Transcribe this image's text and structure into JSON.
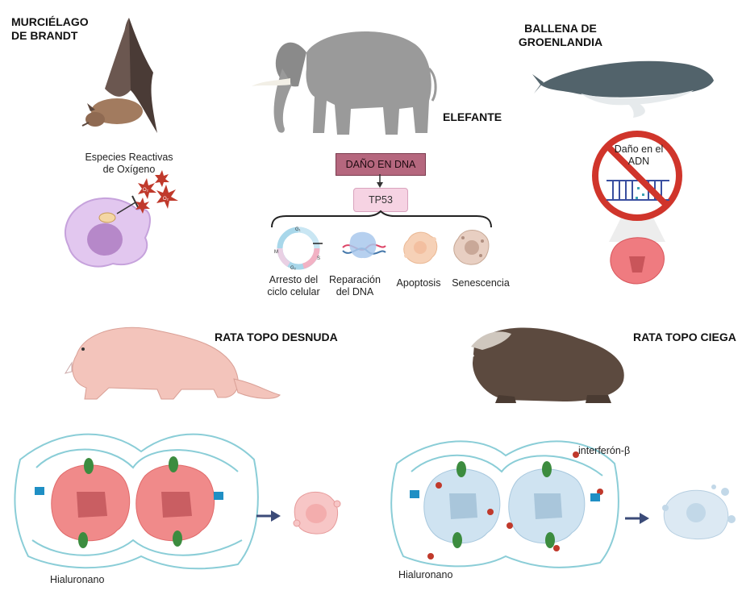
{
  "animals": {
    "bat": "MURCIÉLAGO\nDE BRANDT",
    "elephant": "ELEFANTE",
    "whale": "BALLENA DE\nGROENLANDIA",
    "naked_mole_rat": "RATA TOPO DESNUDA",
    "blind_mole_rat": "RATA TOPO CIEGA"
  },
  "bat_panel": {
    "ros_label": "Especies Reactivas\nde Oxígeno",
    "ros_symbol": "O₂"
  },
  "elephant_panel": {
    "damage_box": "DAÑO EN DNA",
    "tp53_box": "TP53",
    "outcomes": [
      "Arresto del\nciclo celular",
      "Reparación\ndel DNA",
      "Apoptosis",
      "Senescencia"
    ],
    "cell_cycle_phases": [
      "G₁",
      "S",
      "G₂",
      "M"
    ]
  },
  "whale_panel": {
    "damage_label": "Daño en el\nADN"
  },
  "naked_mole_rat_panel": {
    "hyaluronan_label": "Hialuronano"
  },
  "blind_mole_rat_panel": {
    "interferon_label": "interferón-β",
    "hyaluronan_label": "Hialuronano"
  },
  "colors": {
    "dano_box": "#b5677e",
    "tp53_box": "#f6d3e3",
    "no_sign": "#d0352b",
    "cancer_cell": "#f08a8a",
    "blind_cell": "#cfe3f1",
    "ecm_fiber": "#7ec8d3",
    "arrow": "#3b4b78"
  }
}
